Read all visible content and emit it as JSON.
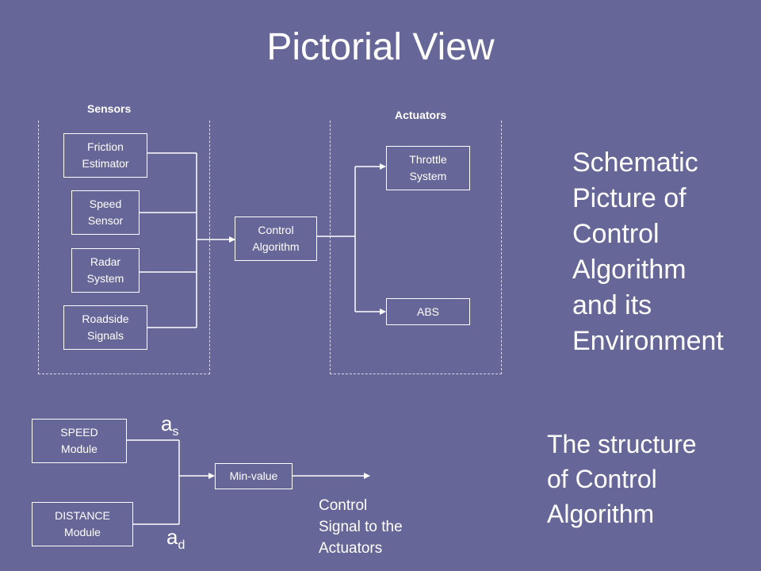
{
  "slide": {
    "title": "Pictorial View"
  },
  "pictorial": {
    "sensors_label": "Sensors",
    "actuators_label": "Actuators",
    "sensors": [
      {
        "label": "Friction\nEstimator"
      },
      {
        "label": "Speed\nSensor"
      },
      {
        "label": "Radar\nSystem"
      },
      {
        "label": "Roadside\nSignals"
      }
    ],
    "controller": {
      "label": "Control\nAlgorithm"
    },
    "actuators": [
      {
        "label": "Throttle\nSystem"
      },
      {
        "label": "ABS"
      }
    ],
    "description": "Schematic\nPicture of\nControl\nAlgorithm\nand its\nEnvironment"
  },
  "structure": {
    "modules": [
      {
        "label": "SPEED\nModule"
      },
      {
        "label": "DISTANCE\nModule"
      }
    ],
    "signal_top": {
      "base": "a",
      "sub": "s"
    },
    "signal_bottom": {
      "base": "a",
      "sub": "d"
    },
    "min_block": {
      "label": "Min-value"
    },
    "output_note": "Control\nSignal to the\nActuators",
    "description": "The structure\nof Control\nAlgorithm"
  },
  "colors": {
    "background": "#666698",
    "foreground": "#ffffff"
  }
}
